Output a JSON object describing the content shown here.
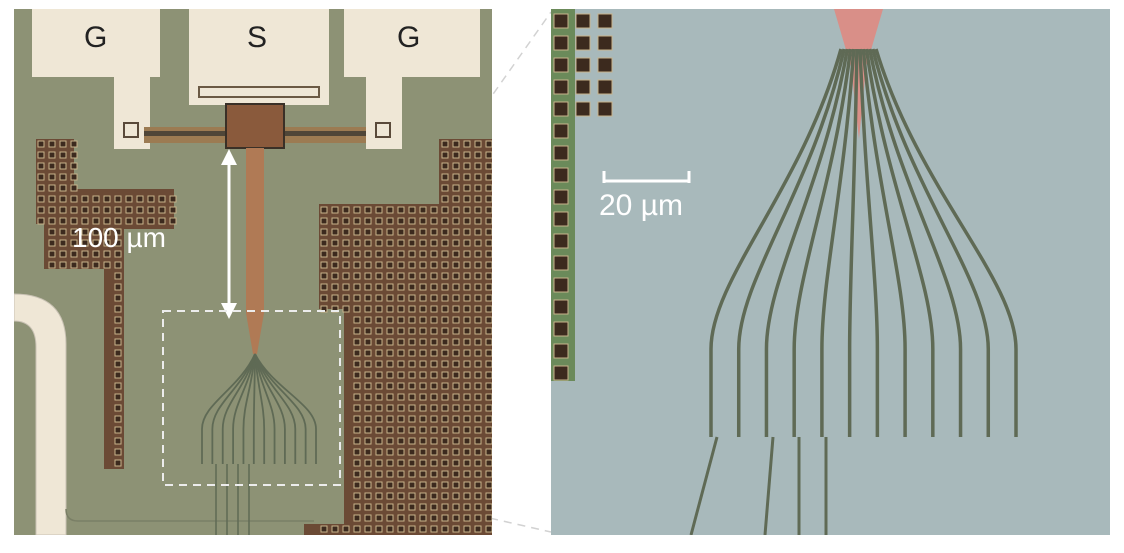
{
  "left_panel": {
    "pad_labels": [
      "G",
      "S",
      "G"
    ],
    "scale_bar_label": "100 µm"
  },
  "right_panel": {
    "scale_bar_label": "20 µm"
  },
  "colors": {
    "substrate_left": "#8d9275",
    "substrate_right": "#a8b9bb",
    "metal_pad": "#efe7d6",
    "waveguide": "#b07a55",
    "grating": "#7a5038",
    "fiber_line": "#5f6a55",
    "taper": "#d98f88",
    "outline": "#e6e6e6"
  },
  "fiber_count": 12
}
